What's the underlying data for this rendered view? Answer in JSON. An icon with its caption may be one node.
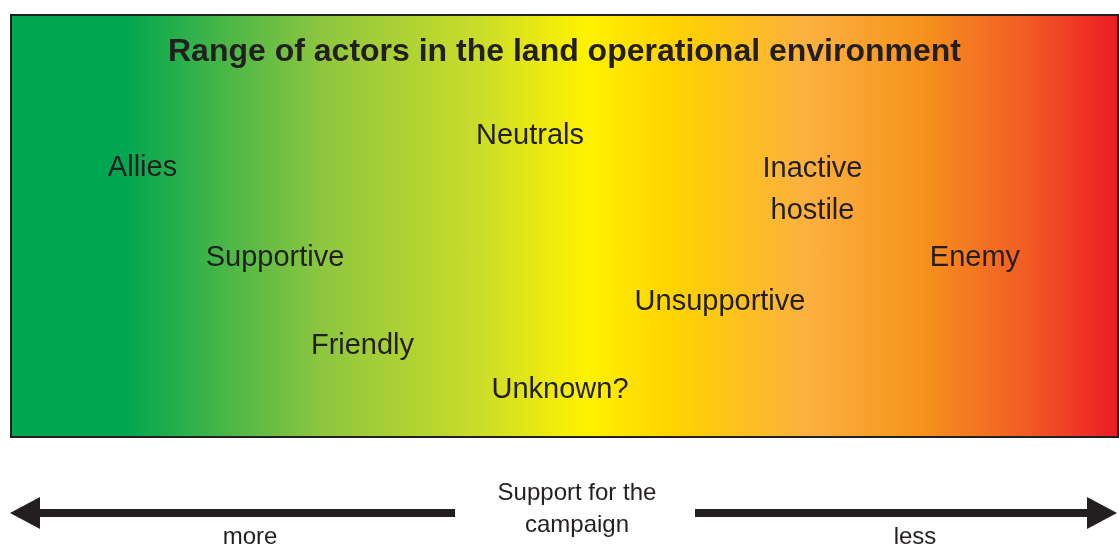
{
  "diagram": {
    "title": "Range of actors in the land operational environment",
    "labels": [
      "Neutrals",
      "Allies",
      "Inactive hostile",
      "Supportive",
      "Enemy",
      "Unsupportive",
      "Friendly",
      "Unknown?",
      "Support for the campaign",
      "more",
      "less"
    ]
  }
}
